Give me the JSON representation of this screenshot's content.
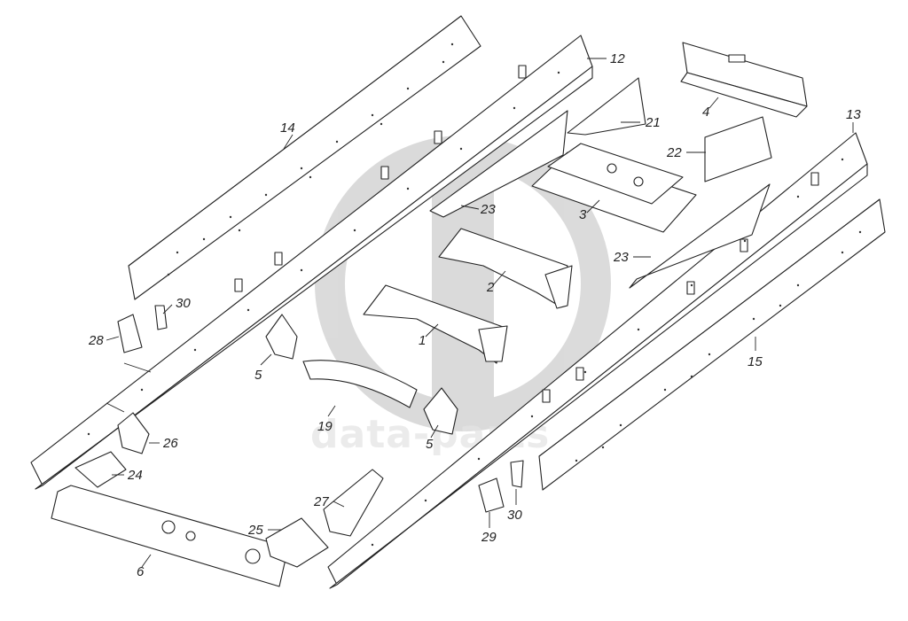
{
  "watermark": {
    "text": "data-parts",
    "color": "#c8c8c8"
  },
  "callouts": {
    "p1": "1",
    "p2": "2",
    "p3": "3",
    "p4": "4",
    "p5a": "5",
    "p5b": "5",
    "p6": "6",
    "p12": "12",
    "p13": "13",
    "p14": "14",
    "p15": "15",
    "p19": "19",
    "p21": "21",
    "p22": "22",
    "p23a": "23",
    "p23b": "23",
    "p24": "24",
    "p25": "25",
    "p26": "26",
    "p27": "27",
    "p28": "28",
    "p29": "29",
    "p30a": "30",
    "p30b": "30"
  }
}
